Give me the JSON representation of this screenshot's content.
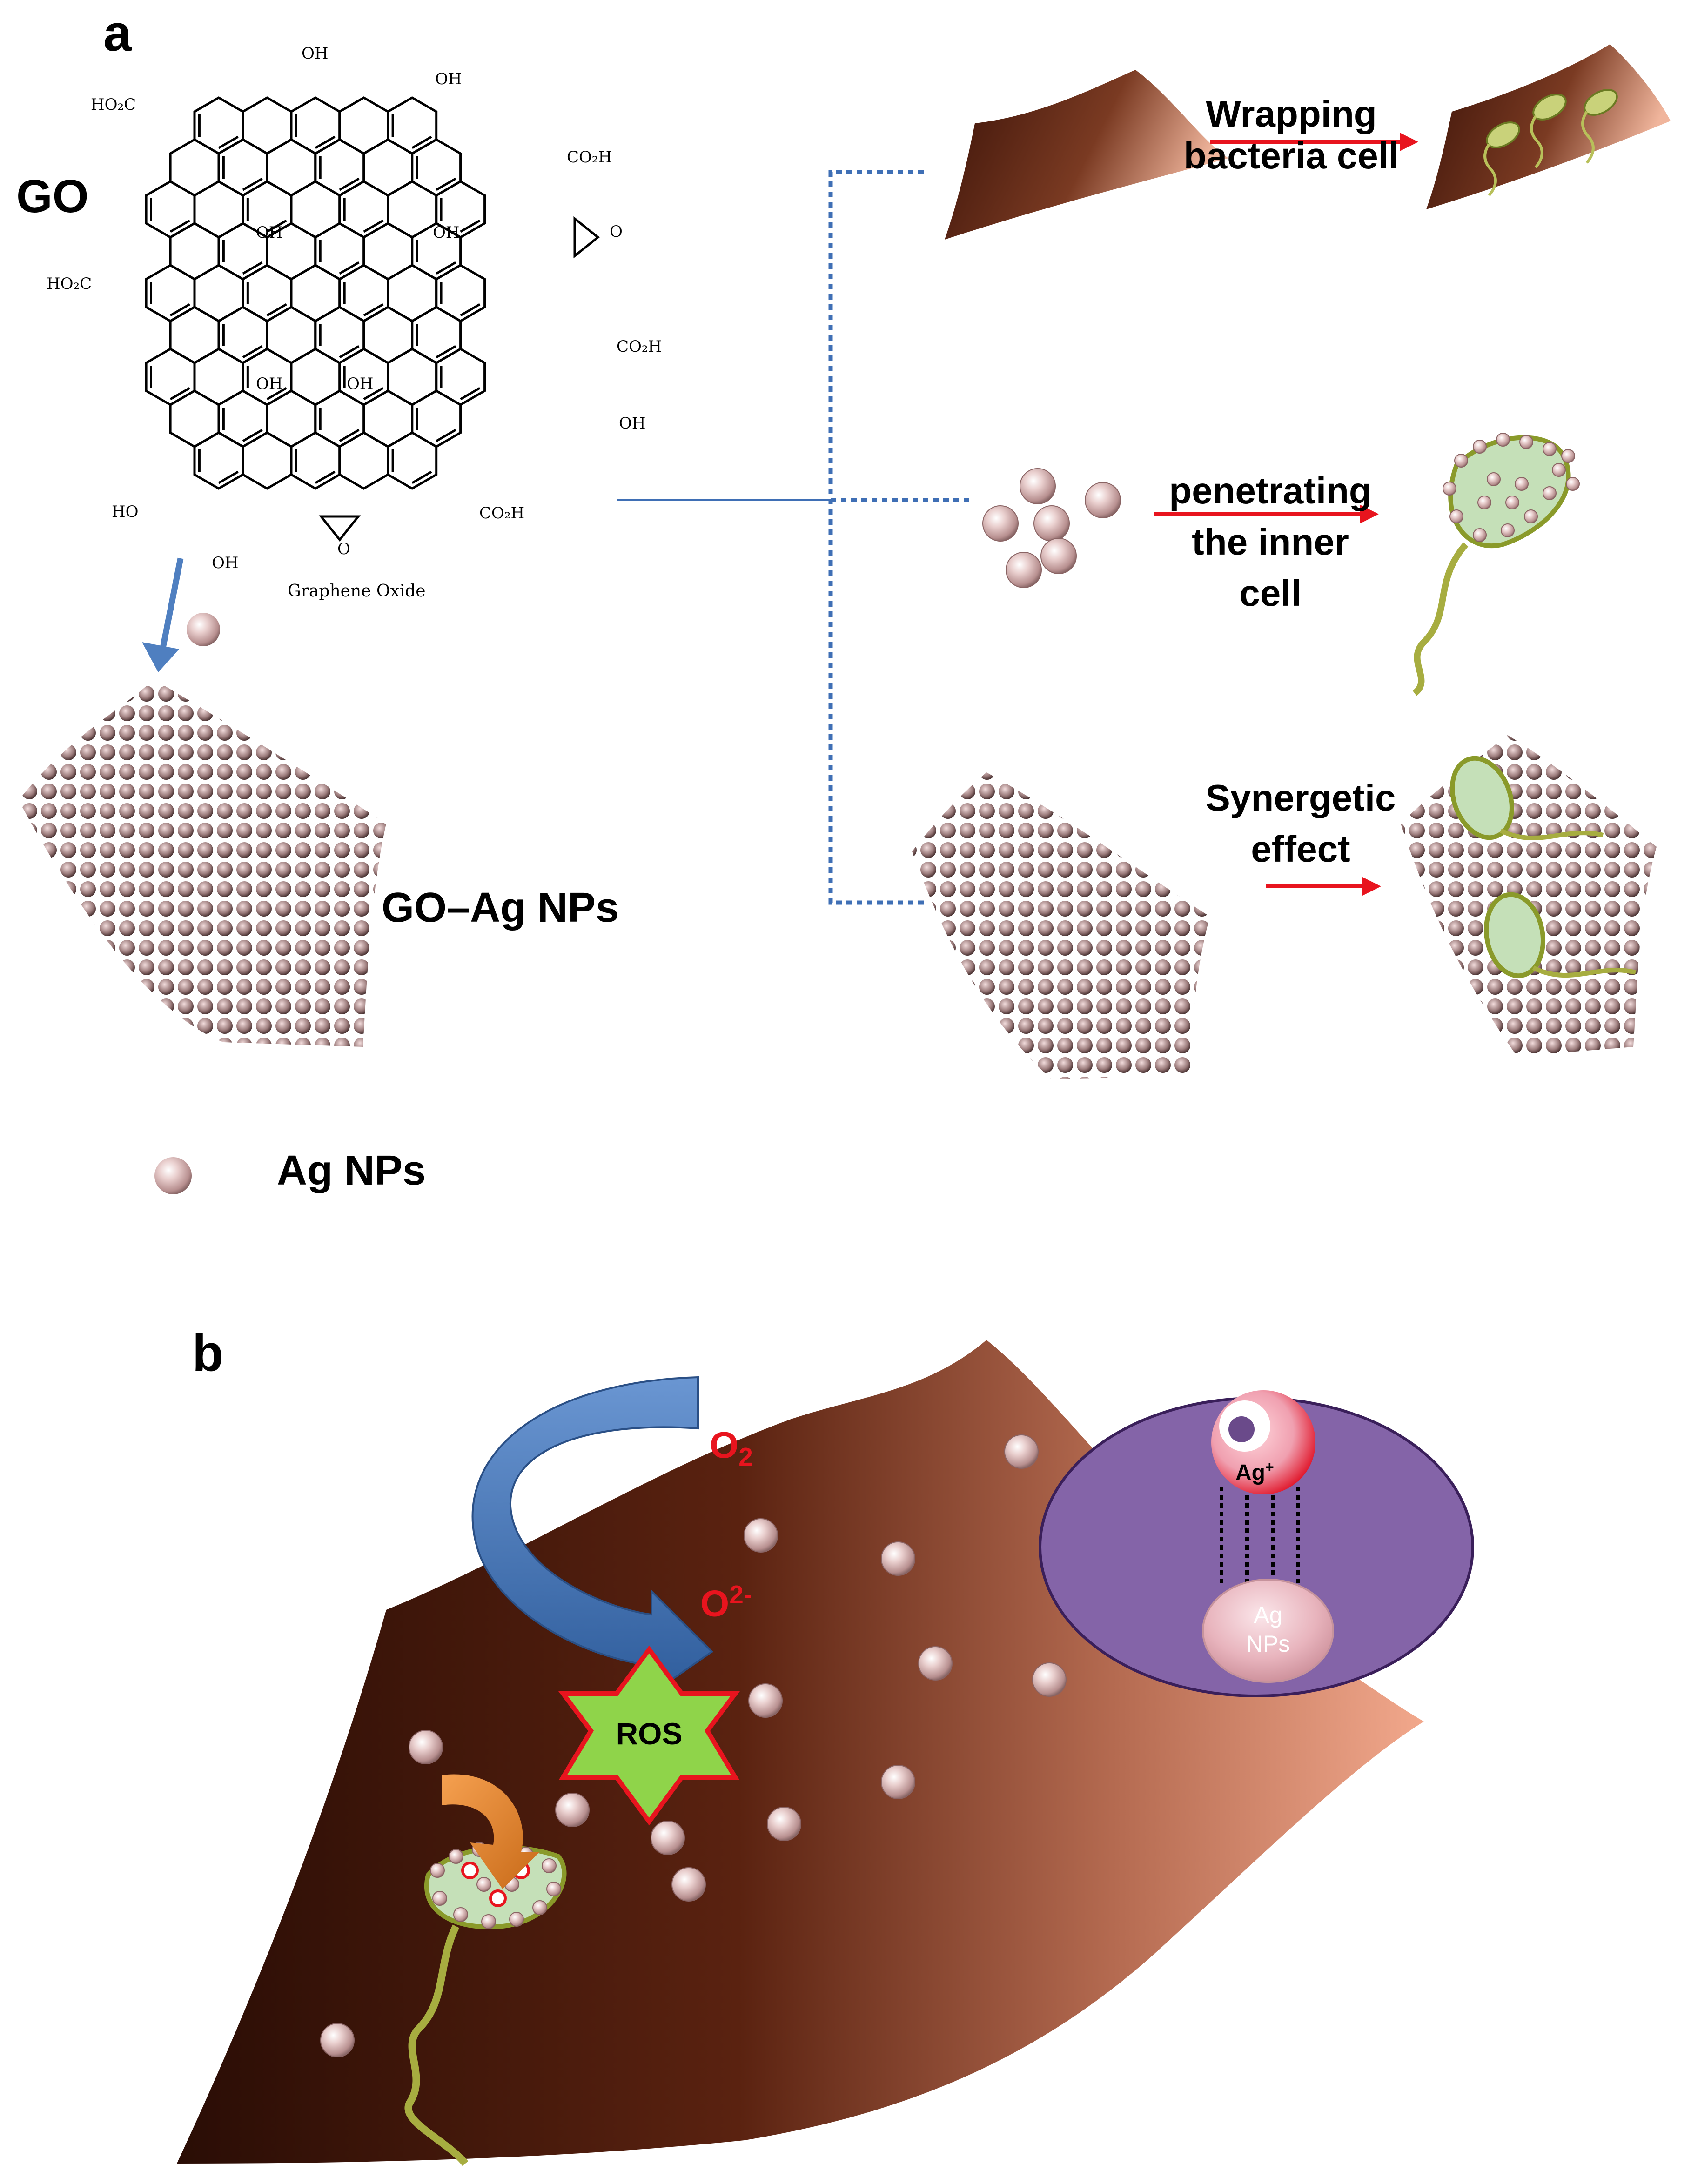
{
  "panel_a": {
    "panel_label": "a",
    "go_label": "GO",
    "structure_caption": "Graphene Oxide",
    "groups": {
      "oh": "OH",
      "ho": "HO",
      "ho2c": "HO₂C",
      "co2h": "CO₂H",
      "o": "O"
    },
    "go_ag_label": "GO–Ag NPs",
    "legend_label": "Ag NPs",
    "mechanisms": [
      {
        "line1": "Wrapping",
        "line2": "bacteria cell"
      },
      {
        "line1": "penetrating",
        "line2": "the inner",
        "line3": "cell"
      },
      {
        "line1": "Synergetic",
        "line2": "effect"
      }
    ]
  },
  "panel_b": {
    "panel_label": "b",
    "o2_main": "O",
    "o2_sub": "2",
    "superoxide_main": "O",
    "superoxide_sup": "2-",
    "ros_label": "ROS",
    "ag_ion_main": "Ag",
    "ag_ion_sup": "+",
    "ag_np_line1": "Ag",
    "ag_np_line2": "NPs"
  },
  "colors": {
    "sheet_dark": "#2a0d05",
    "sheet_light": "#f2a88c",
    "arrow_red": "#e8141e",
    "arrow_blue": "#4f7fc0",
    "dotted_blue": "#3f6fb5",
    "purple_circle": "#8464a8",
    "ros_green": "#8fd44a",
    "bacteria_green": "#c9d27a",
    "np_pink": "#e3b8b8",
    "o2_red": "#e8141e"
  }
}
